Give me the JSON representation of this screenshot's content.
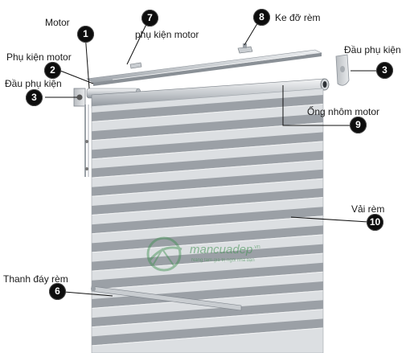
{
  "labels": {
    "motor": "Motor",
    "phu_kien_motor_top": "phụ kiện motor",
    "ke_do_rem": "Ke đỡ rèm",
    "phu_kien_motor_left": "Phụ kiện motor",
    "dau_phu_kien_right": "Đầu phụ kiện",
    "dau_phu_kien_left": "Đầu phụ kiện",
    "ong_nhom_motor": "Ống nhôm motor",
    "vai_rem": "Vải rèm",
    "thanh_day_rem": "Thanh đáy rèm"
  },
  "numbers": {
    "n1": "1",
    "n2": "2",
    "n3a": "3",
    "n3b": "3",
    "n6": "6",
    "n7": "7",
    "n8": "8",
    "n9": "9",
    "n10": "10"
  },
  "watermark": {
    "brand": "mancuadep",
    "tld": ".vn",
    "tagline": "Nâng tầm giá trị ngôi nhà bạn"
  },
  "colors": {
    "marker": "#0d0d0d",
    "dark_stripe": "#8f959b",
    "light_stripe": "#d9dcdf",
    "rail": "#c4c8cc",
    "watermark": "#3d8e4e"
  }
}
